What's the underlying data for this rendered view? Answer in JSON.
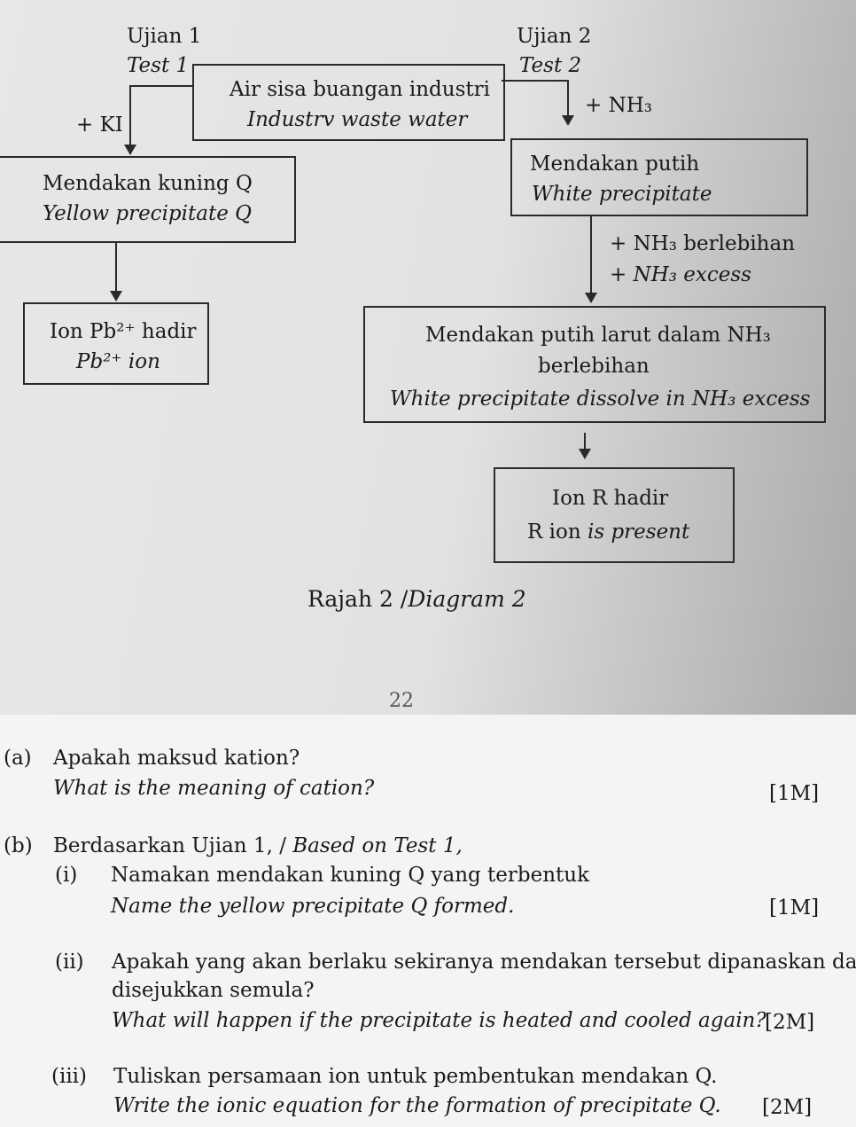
{
  "diagram": {
    "test1_ms": "Ujian 1",
    "test1_en": "Test 1",
    "test2_ms": "Ujian 2",
    "test2_en": "Test 2",
    "source_ms": "Air sisa buangan industri",
    "source_en": "Industrv waste water",
    "reagent1": "+ KI",
    "reagent2": "+ NH₃",
    "yellow_ms": "Mendakan kuning Q",
    "yellow_en": "Yellow precipitate Q",
    "white_ms": "Mendakan putih",
    "white_en": "White precipitate",
    "excess_ms": "+ NH₃ berlebihan",
    "excess_en": "+ NH₃ excess",
    "pb_ms": "Ion Pb²⁺ hadir",
    "pb_en": "Pb²⁺ ion",
    "dissolve_ms1": "Mendakan putih larut dalam NH₃",
    "dissolve_ms2": "berlebihan",
    "dissolve_en": "White precipitate dissolve in NH₃ excess",
    "r_ms": "Ion R hadir",
    "r_en_prefix": "R ion",
    "r_en_suffix": "is present",
    "caption_ms": "Rajah 2 /",
    "caption_en": "Diagram 2",
    "page_number": "22"
  },
  "questions": {
    "a_label": "(a)",
    "a_ms": "Apakah maksud kation?",
    "a_en": "What is the meaning of cation?",
    "a_marks": "[1M]",
    "b_label": "(b)",
    "b_ms": "Berdasarkan Ujian 1, /",
    "b_en": "Based on Test 1,",
    "bi_label": "(i)",
    "bi_ms": "Namakan mendakan kuning Q yang terbentuk",
    "bi_en": "Name the yellow precipitate Q formed.",
    "bi_marks": "[1M]",
    "bii_label": "(ii)",
    "bii_ms1": "Apakah yang akan berlaku sekiranya mendakan tersebut dipanaskan dan",
    "bii_ms2": "disejukkan semula?",
    "bii_en": "What will happen if the precipitate is heated and cooled again?",
    "bii_marks": "[2M]",
    "biii_label": "(iii)",
    "biii_ms": "Tuliskan persamaan ion untuk pembentukan mendakan Q.",
    "biii_en": "Write the ionic equation for the formation of precipitate Q.",
    "biii_marks": "[2M]"
  }
}
